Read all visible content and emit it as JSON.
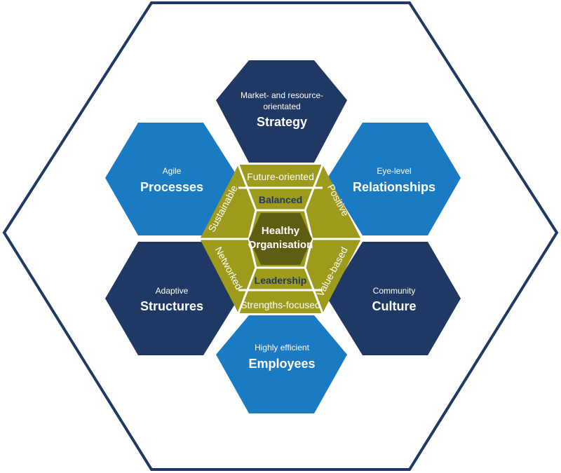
{
  "center": {
    "line1": "Healthy",
    "line2": "Organisation"
  },
  "segments": {
    "top_outer": "Future-oriented",
    "top_inner": "Balanced",
    "bottom_inner": "Leadership",
    "bottom_outer": "Strengths-focused",
    "upper_left": "Sustainable",
    "upper_right": "Positive",
    "lower_left": "Networked",
    "lower_right": "Value-based"
  },
  "hexes": {
    "strategy": {
      "sub1": "Market- and resource-",
      "sub2": "orientated",
      "main": "Strategy"
    },
    "processes": {
      "sub": "Agile",
      "main": "Processes"
    },
    "relationships": {
      "sub": "Eye-level",
      "main": "Relationships"
    },
    "structures": {
      "sub": "Adaptive",
      "main": "Structures"
    },
    "culture": {
      "sub": "Community",
      "main": "Culture"
    },
    "employees": {
      "sub": "Highly efficient",
      "main": "Employees"
    }
  },
  "colors": {
    "navy": "#1f3864",
    "blue": "#1a7ac2",
    "olive": "#9d9a1c",
    "olive_dark": "#5f5d12",
    "outline": "#1f3864"
  }
}
